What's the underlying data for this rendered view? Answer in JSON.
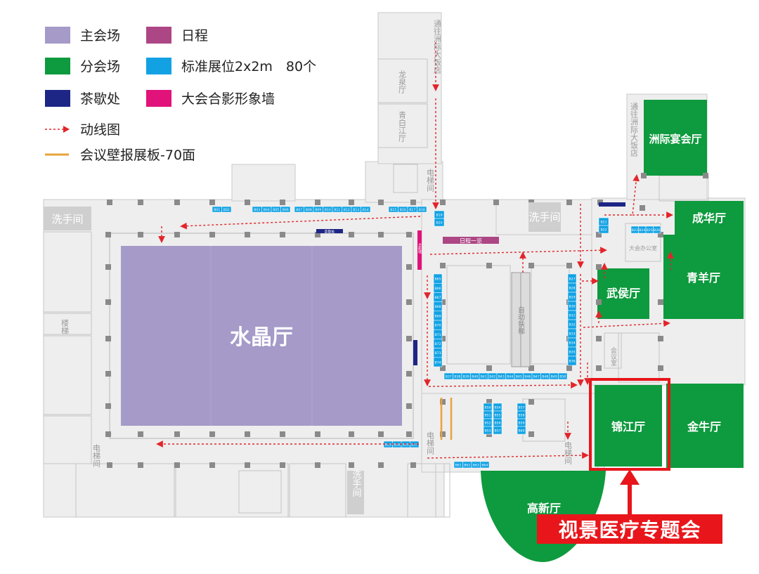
{
  "legend": {
    "main_venue": "主会场",
    "schedule": "日程",
    "sub_venue": "分会场",
    "booth": "标准展位2x2m　80个",
    "tea": "茶歇处",
    "photo_wall": "大会合影形象墙",
    "flow": "动线图",
    "board": "会议壁报展板-70面"
  },
  "colors": {
    "main_venue": "#a59ac8",
    "sub_venue": "#0e9a3e",
    "tea": "#1d2585",
    "schedule": "#ad4685",
    "booth": "#12a2e4",
    "photo_wall": "#e1127a",
    "flow": "#e2252a",
    "board": "#e8a33a",
    "highlight": "#e8161b"
  },
  "rooms": {
    "crystal": "水晶厅",
    "zhouji": "洲际宴会厅",
    "chenghua": "成华厅",
    "qingyang": "青羊厅",
    "wuhou": "武侯厅",
    "jinjiang": "锦江厅",
    "jinniu": "金牛厅",
    "gaoxin": "高新厅"
  },
  "labels": {
    "restroom_left": "洗手间",
    "restroom_mid": "洗手间",
    "restroom_bottom": "洗手间",
    "longquan": "龙泉厅",
    "baijiang": "青白江厅",
    "to_hotel_top": "通往洲际大饭店",
    "to_hotel_right": "通往洲际大饭店",
    "elevator_1": "电梯间",
    "elevator_2": "电梯间",
    "elevator_3": "电梯间",
    "elevator_4": "电梯间",
    "stairs": "楼梯",
    "escalator": "自动扶梯",
    "schedule_board": "日程一览",
    "office": "大会办公室",
    "venue_office": "会议室",
    "tea_tag": "茶歇处",
    "photo_tag": "合影墙"
  },
  "booths": {
    "top_row": [
      "B01",
      "B02",
      "B03",
      "B04",
      "B05",
      "B06",
      "B07",
      "B08",
      "B09",
      "B10",
      "B11",
      "B12",
      "B13",
      "B14",
      "B15",
      "B16",
      "B17",
      "B18"
    ],
    "col_b19": [
      "B19",
      "B20"
    ],
    "col_b21": [
      "B21",
      "B22"
    ],
    "row_b23": [
      "B23",
      "B24",
      "B25",
      "B26"
    ],
    "col_right": [
      "B27",
      "B28",
      "B29",
      "B30",
      "B31",
      "B32",
      "B33",
      "B34",
      "B35",
      "B36"
    ],
    "bottom_mid": [
      "B37",
      "B38",
      "B39",
      "B40",
      "B41",
      "B42",
      "B43",
      "B44",
      "B45",
      "B46",
      "B47",
      "B48",
      "B49",
      "B50"
    ],
    "col_left": [
      "B65",
      "B66",
      "B67",
      "B68",
      "B69",
      "B70",
      "B71",
      "B72",
      "B73",
      "B74"
    ],
    "island_a": [
      "B50",
      "B51",
      "B52",
      "B53"
    ],
    "island_b": [
      "B54",
      "B55",
      "B56",
      "B57"
    ],
    "island_c": [
      "B57",
      "B58",
      "B59",
      "B60"
    ],
    "bottom_row": [
      "B61",
      "B62",
      "B63",
      "B64"
    ],
    "lower_left": [
      "B63",
      "B66",
      "B65",
      "B67"
    ]
  },
  "callout": "视景医疗专题会"
}
